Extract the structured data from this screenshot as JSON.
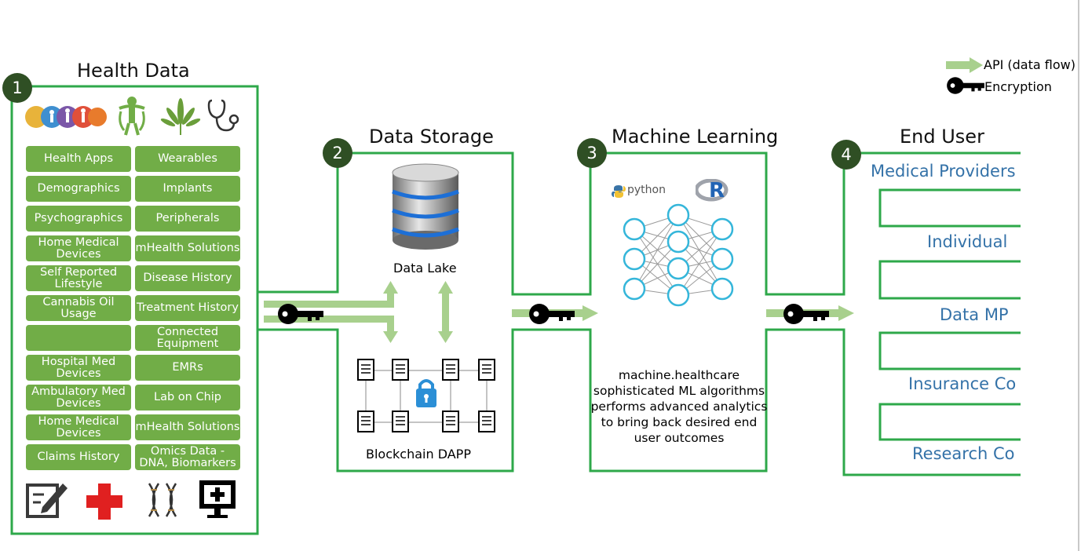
{
  "health_data": {
    "badge": "1",
    "title": "Health Data",
    "buttons": [
      "Health Apps",
      "Wearables",
      "Demographics",
      "Implants",
      "Psychographics",
      "Peripherals",
      "Home Medical Devices",
      "mHealth Solutions",
      "Self Reported Lifestyle",
      "Disease History",
      "Cannabis Oil Usage",
      "Treatment History",
      "",
      "Connected Equipment",
      "Hospital Med Devices",
      "EMRs",
      "Ambulatory Med Devices",
      "Lab on Chip",
      "Home Medical Devices",
      "mHealth Solutions",
      "Claims History",
      "Omics Data - DNA, Biomarkers"
    ]
  },
  "data_storage": {
    "badge": "2",
    "title": "Data Storage",
    "data_lake_label": "Data Lake",
    "blockchain_label": "Blockchain DAPP"
  },
  "machine_learning": {
    "badge": "3",
    "title": "Machine Learning",
    "python_label": "python",
    "r_label": "R",
    "description": [
      "machine.healthcare",
      "sophisticated ML algorithms",
      "performs advanced analytics",
      "to bring back desired end",
      "user outcomes"
    ]
  },
  "end_user": {
    "badge": "4",
    "title": "End User",
    "items": [
      "Medical Providers",
      "Individual",
      "Data MP",
      "Insurance Co",
      "Research Co"
    ]
  },
  "legend": {
    "api_label": "API (data flow)",
    "encryption_label": "Encryption"
  },
  "colors": {
    "border_green": "#2ea84a",
    "button_green": "#71ad47",
    "arrow_green": "#a8d08d",
    "badge_green": "#2f4f24",
    "end_user_blue": "#3472a8"
  },
  "icons": [
    "dna-people-icon",
    "fitness-icon",
    "cannabis-leaf-icon",
    "stethoscope-icon",
    "database-icon",
    "lock-icon",
    "document-icon",
    "neural-network-icon",
    "key-icon",
    "notepad-icon",
    "red-cross-icon",
    "dna-icon",
    "monitor-plus-icon"
  ]
}
